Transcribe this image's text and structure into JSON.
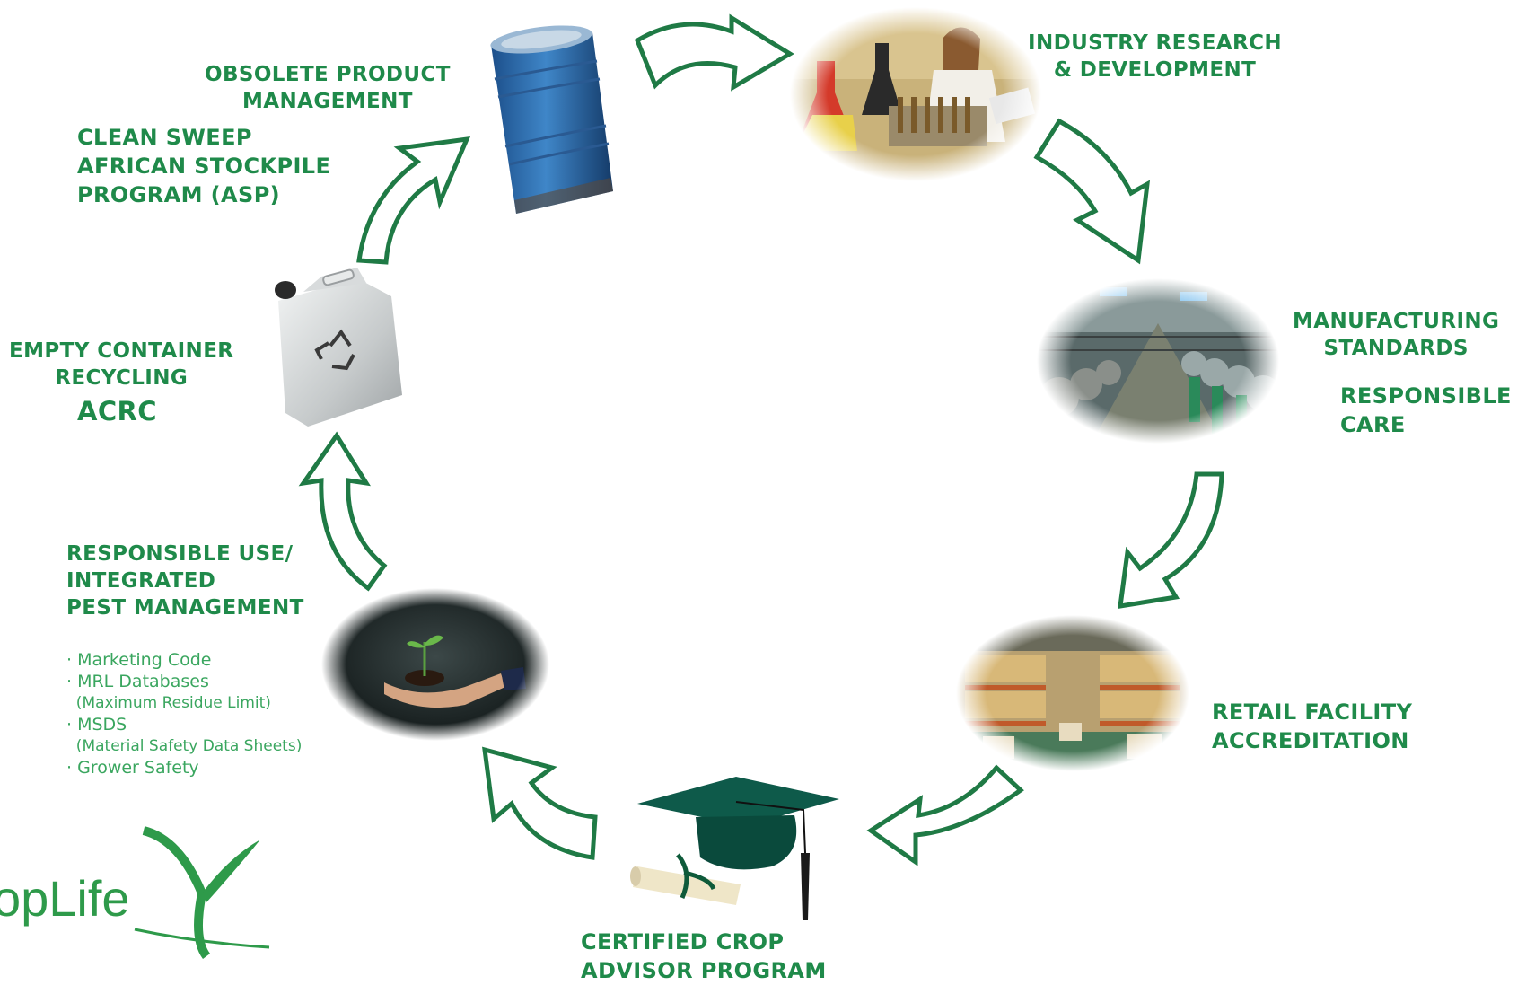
{
  "stages": {
    "research": {
      "lines": [
        "INDUSTRY RESEARCH",
        "& DEVELOPMENT"
      ]
    },
    "manufacturing": {
      "lines": [
        "MANUFACTURING",
        "STANDARDS"
      ],
      "sub_lines": [
        "RESPONSIBLE",
        "CARE"
      ]
    },
    "retail": {
      "lines": [
        "RETAIL FACILITY",
        "ACCREDITATION"
      ]
    },
    "advisor": {
      "lines": [
        "CERTIFIED CROP",
        "ADVISOR PROGRAM"
      ]
    },
    "responsible_use": {
      "lines": [
        "RESPONSIBLE USE/",
        "INTEGRATED",
        "PEST MANAGEMENT"
      ],
      "bullets": [
        "· Marketing Code",
        "· MRL Databases",
        "  (Maximum Residue Limit)",
        "· MSDS",
        "  (Material Safety Data Sheets)",
        "· Grower Safety"
      ]
    },
    "container": {
      "lines": [
        "EMPTY CONTAINER",
        "RECYCLING"
      ],
      "sub": "ACRC"
    },
    "obsolete": {
      "lines": [
        "OBSOLETE PRODUCT",
        "MANAGEMENT"
      ],
      "sub_lines": [
        "CLEAN SWEEP",
        "AFRICAN STOCKPILE",
        "PROGRAM (ASP)"
      ]
    }
  },
  "logo": {
    "text": "opLife"
  },
  "colors": {
    "label_green": "#1f8a4a",
    "arrow_stroke": "#1f7a45",
    "logo_green": "#2e9a4a"
  }
}
